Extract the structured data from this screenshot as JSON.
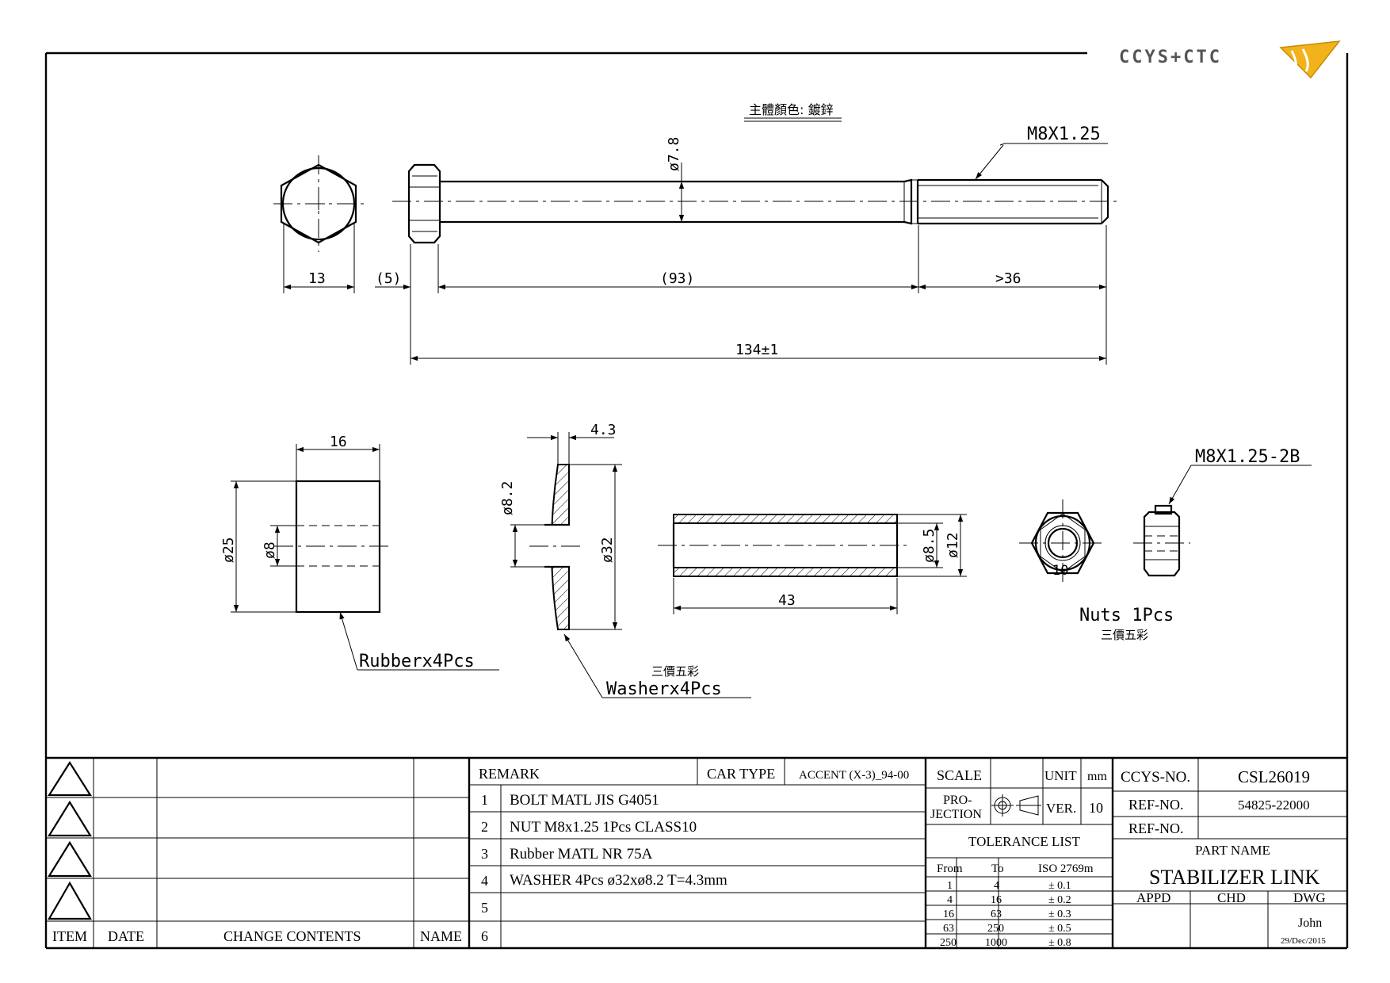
{
  "logo": {
    "text": "CCYS+CTC",
    "accent_color": "#f2b21b"
  },
  "notes": {
    "body_color": "主體顏色: 鍍鋅",
    "washer_color": "三價五彩",
    "nut_color": "三價五彩"
  },
  "bolt": {
    "thread_label": "M8X1.25",
    "dia_label": "ø7.8",
    "dims": {
      "hex_width": "13",
      "head": "(5)",
      "shank": "(93)",
      "thread_length": ">36",
      "total": "134±1"
    }
  },
  "rubber": {
    "label": "Rubberx4Pcs",
    "dims": {
      "width": "16",
      "outer": "ø25",
      "inner": "ø8"
    }
  },
  "washer": {
    "label": "Washerx4Pcs",
    "dims": {
      "thickness": "4.3",
      "inner": "ø8.2",
      "outer": "ø32"
    }
  },
  "sleeve": {
    "dims": {
      "length": "43",
      "inner": "ø8.5",
      "outer": "ø12"
    }
  },
  "nut": {
    "label": "Nuts 1Pcs",
    "thread_label": "M8X1.25-2B",
    "size": "10"
  },
  "revisions": {
    "headers": {
      "item": "ITEM",
      "date": "DATE",
      "contents": "CHANGE CONTENTS",
      "name": "NAME"
    }
  },
  "remark": {
    "header": "REMARK",
    "car_type_label": "CAR TYPE",
    "car_type_value": "ACCENT (X-3)_94-00",
    "rows": [
      {
        "no": "1",
        "text": "BOLT MATL JIS G4051"
      },
      {
        "no": "2",
        "text": "NUT M8x1.25 1Pcs CLASS10"
      },
      {
        "no": "3",
        "text": "Rubber MATL NR 75A"
      },
      {
        "no": "4",
        "text": "WASHER 4Pcs ø32xø8.2 T=4.3mm"
      },
      {
        "no": "5",
        "text": ""
      },
      {
        "no": "6",
        "text": ""
      }
    ]
  },
  "title_block": {
    "scale_label": "SCALE",
    "unit_label": "UNIT",
    "unit_value": "mm",
    "projection_label_1": "PRO-",
    "projection_label_2": "JECTION",
    "ver_label": "VER.",
    "ver_value": "10",
    "tolerance_title": "TOLERANCE LIST",
    "tolerance_headers": {
      "from": "From",
      "to": "To",
      "iso": "ISO 2769m"
    },
    "tolerance_rows": [
      {
        "from": "1",
        "to": "4",
        "tol": "± 0.1"
      },
      {
        "from": "4",
        "to": "16",
        "tol": "± 0.2"
      },
      {
        "from": "16",
        "to": "63",
        "tol": "± 0.3"
      },
      {
        "from": "63",
        "to": "250",
        "tol": "± 0.5"
      },
      {
        "from": "250",
        "to": "1000",
        "tol": "± 0.8"
      }
    ],
    "ccys_no_label": "CCYS-NO.",
    "ccys_no_value": "CSL26019",
    "ref_no_label_1": "REF-NO.",
    "ref_no_value_1": "54825-22000",
    "ref_no_label_2": "REF-NO.",
    "ref_no_value_2": "",
    "part_name_label": "PART NAME",
    "part_name_value": "STABILIZER LINK",
    "appd_label": "APPD",
    "chd_label": "CHD",
    "dwg_label": "DWG",
    "dwg_name": "John",
    "dwg_date": "29/Dec/2015"
  }
}
